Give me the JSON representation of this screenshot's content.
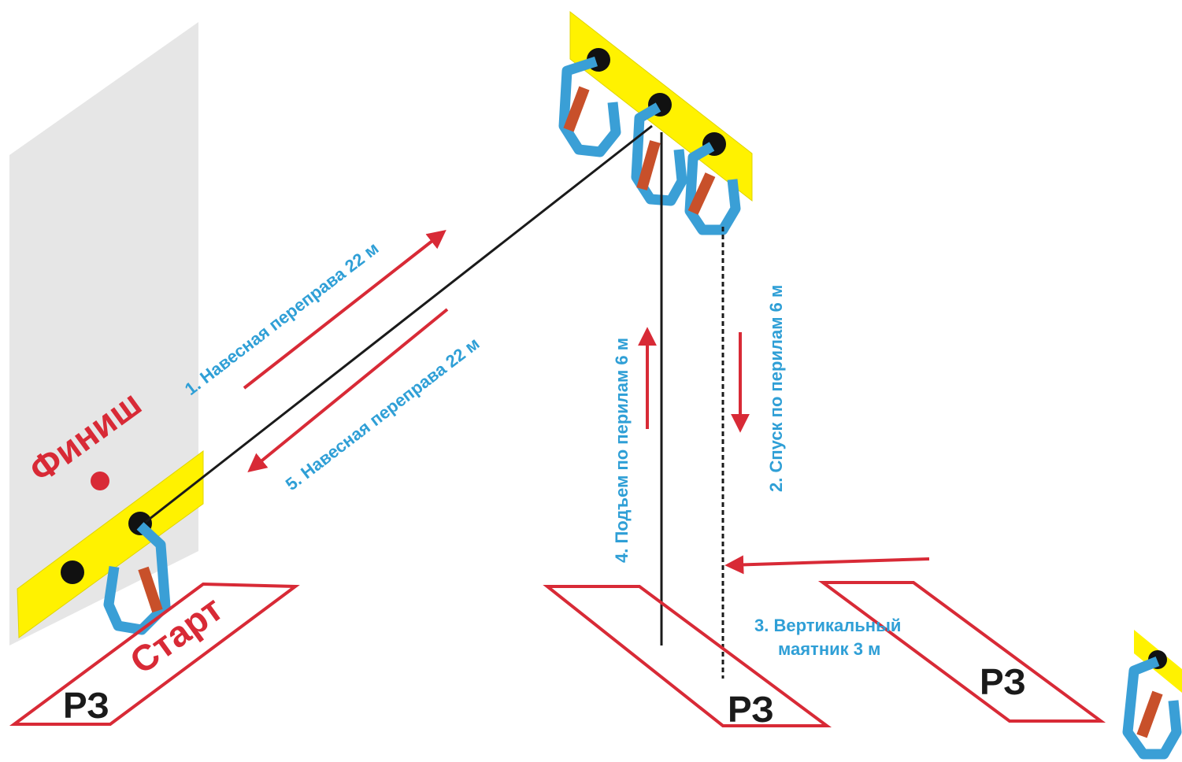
{
  "labels": {
    "finish": "Финиш",
    "start": "Старт",
    "zone": "РЗ",
    "step1": "1. Навесная переправа 22 м",
    "step2": "2. Спуск по перилам 6 м",
    "step3_line1": "3. Вертикальный",
    "step3_line2": "маятник 3 м",
    "step4": "4. Подъем по перилам 6 м",
    "step5": "5. Навесная переправа 22 м"
  },
  "colors": {
    "wall": "#e6e6e6",
    "beam": "#fff200",
    "carabiner": "#3a9fd6",
    "gate": "#c8502a",
    "arrow": "#d82a36",
    "zone_outline": "#d82a36",
    "rope": "#1a1a1a",
    "label_blue": "#2f9fd6"
  }
}
